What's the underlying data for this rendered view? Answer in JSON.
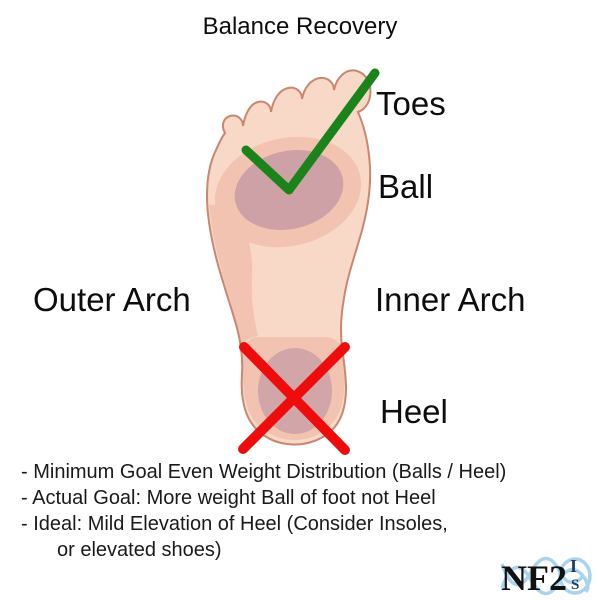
{
  "title": "Balance Recovery",
  "foot": {
    "base_color": "#f8d8c6",
    "shade_color": "#f1c3b0",
    "ball_color": "#cda1a5",
    "heel_color": "#d2a5a8",
    "outline_color": "#c9876f"
  },
  "marks": {
    "check_color": "#1a831a",
    "cross_color": "#ee0c0c"
  },
  "labels": {
    "toes": "Toes",
    "ball": "Ball",
    "outer_arch": "Outer Arch",
    "inner_arch": "Inner Arch",
    "heel": "Heel"
  },
  "notes": {
    "line1": "- Minimum Goal Even Weight Distribution (Balls / Heel)",
    "line2": "- Actual Goal: More weight Ball of foot not Heel",
    "line3": "- Ideal: Mild Elevation of Heel (Consider Insoles,",
    "line4": "or elevated shoes)"
  },
  "logo": {
    "main": "NF2",
    "sub_top": "I",
    "sub_bottom": "S",
    "main_color": "#121212",
    "sub_color": "#1d3d63",
    "helix_color": "#a5d2f0"
  }
}
